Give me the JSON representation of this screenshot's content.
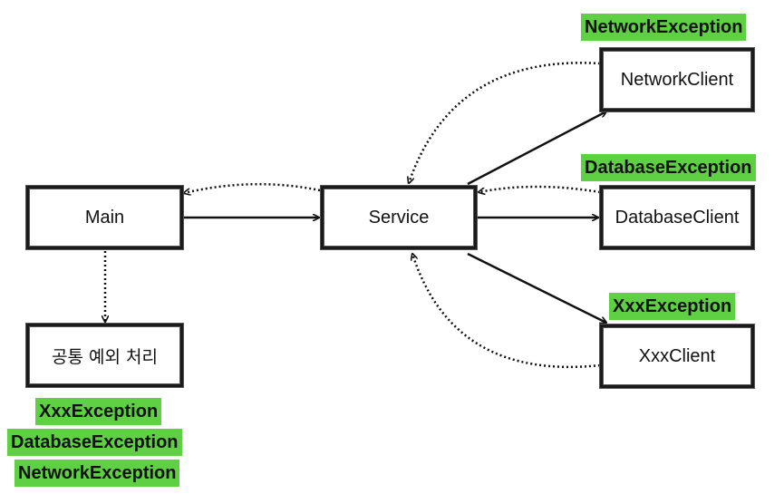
{
  "colors": {
    "exception_bg": "#5fd043",
    "line": "#111111"
  },
  "nodes": {
    "main": "Main",
    "service": "Service",
    "network_client": "NetworkClient",
    "database_client": "DatabaseClient",
    "xxx_client": "XxxClient",
    "common_handler": "공통 예외 처리"
  },
  "exceptions": {
    "network": "NetworkException",
    "database": "DatabaseException",
    "xxx": "XxxException"
  },
  "handled_exceptions": [
    "XxxException",
    "DatabaseException",
    "NetworkException"
  ]
}
